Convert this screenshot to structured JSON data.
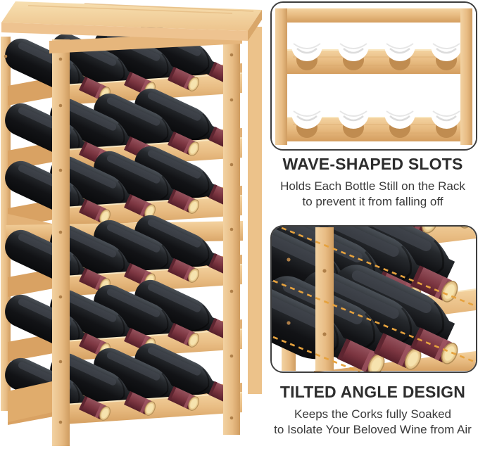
{
  "figure": {
    "main_image": "six-tier-bamboo-wine-rack-filled-with-24-dark-wine-bottles",
    "wave_panel_image": "bamboo-rack-close-up-wave-shaped-slot-rails",
    "tilt_panel_image": "bamboo-rack-close-up-tilted-bottles-with-angle-guide-lines"
  },
  "callouts": [
    {
      "id": "wave",
      "heading": "WAVE-SHAPED SLOTS",
      "body_line1": "Holds Each Bottle Still on the Rack",
      "body_line2": "to prevent it from falling off"
    },
    {
      "id": "tilt",
      "heading": "TILTED ANGLE DESIGN",
      "body_line1": "Keeps the Corks fully Soaked",
      "body_line2": "to Isolate Your Beloved Wine from Air"
    }
  ],
  "colors": {
    "background": "#FFFFFF",
    "bamboo_light": "#F3D6A4",
    "bamboo_mid": "#E9BE87",
    "bamboo_dark": "#D8A368",
    "bottle_glass": "#17191C",
    "neck_foil": "#7C3641",
    "cork": "#F2DCA2",
    "tilt_guide_dash": "#E6A23E",
    "panel_border": "#3E3E3E",
    "heading_text": "#2D2D2D",
    "body_text": "#3A3A3A"
  }
}
